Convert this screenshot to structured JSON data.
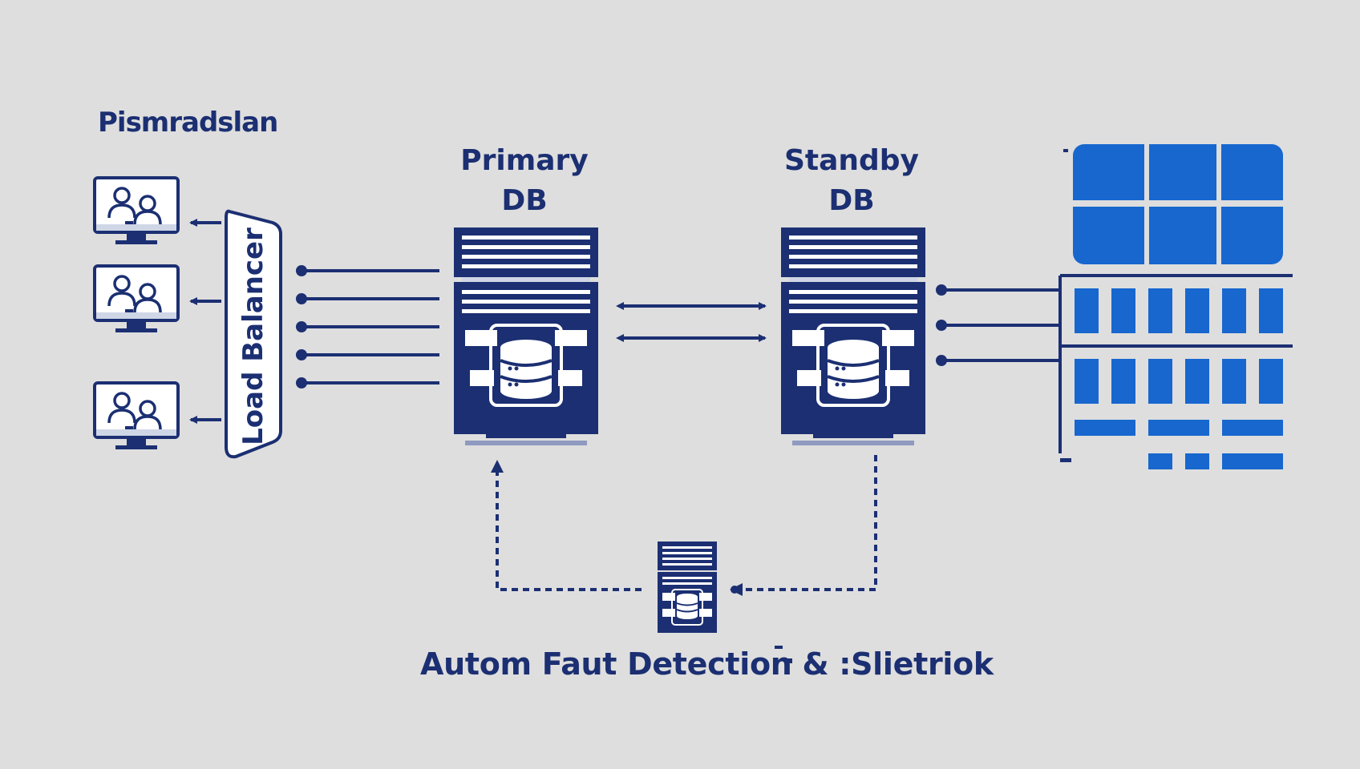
{
  "labels": {
    "clients_heading": "Pismradslan",
    "primary_title": "Primary\nDB",
    "standby_title": "Standby\nDB",
    "load_balancer": "Load Balancer",
    "caption": "Autom Faut Detection & :Slietriok"
  },
  "icons": {
    "client": "user-group-monitor-icon",
    "database": "database-cylinder-icon",
    "server": "server-rack-icon"
  },
  "colors": {
    "background": "#dedede",
    "navy": "#1b2f72",
    "blue": "#1767cf",
    "white": "#ffffff"
  }
}
